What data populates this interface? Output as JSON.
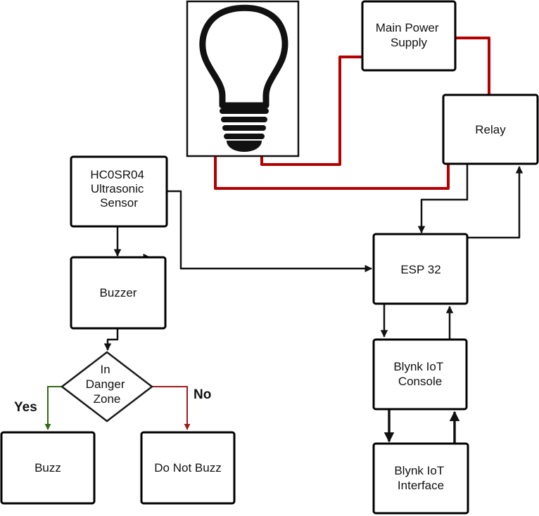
{
  "nodes": {
    "main_power_supply": [
      "Main Power",
      "Supply"
    ],
    "relay": [
      "Relay"
    ],
    "sensor": [
      "HC0SR04",
      "Ultrasonic",
      "Sensor"
    ],
    "buzzer": [
      "Buzzer"
    ],
    "esp32": [
      "ESP 32"
    ],
    "blynk_console": [
      "Blynk IoT",
      "Console"
    ],
    "decision": [
      "In",
      "Danger",
      "Zone"
    ],
    "buzz": [
      "Buzz"
    ],
    "do_not_buzz": [
      "Do Not Buzz"
    ],
    "blynk_interface": [
      "Blynk IoT",
      "Interface"
    ]
  },
  "branches": {
    "yes": "Yes",
    "no": "No"
  },
  "colors": {
    "power_wire": "#b30000",
    "yes_branch": "#2e6b12",
    "no_branch": "#a11b1b",
    "signal_wire": "#111111"
  },
  "icons": {
    "lamp": "light-bulb-icon"
  }
}
